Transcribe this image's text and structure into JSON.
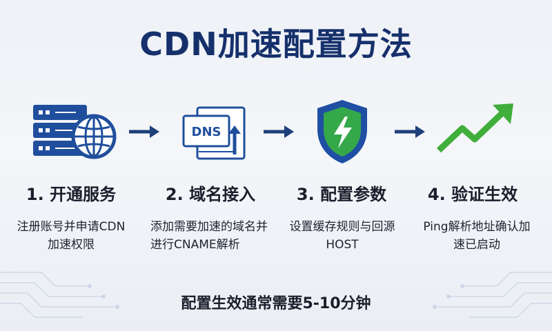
{
  "title": "CDN加速配置方法",
  "steps": [
    {
      "title": "1. 开通服务",
      "description": "注册账号并申请CDN 加速权限",
      "icon": "server-globe-icon"
    },
    {
      "title": "2. 域名接入",
      "description": "添加需要加速的域名并进行CNAME解析",
      "icon": "dns-upload-icon",
      "icon_text": "DNS"
    },
    {
      "title": "3. 配置参数",
      "description": "设置缓存规则与回源 HOST",
      "icon": "shield-bolt-icon"
    },
    {
      "title": "4. 验证生效",
      "description": "Ping解析地址确认加速已启动",
      "icon": "trend-up-arrow-icon"
    }
  ],
  "footer": "配置生效通常需要5-10分钟",
  "colors": {
    "title": "#15306b",
    "navy": "#1f4e9c",
    "shield_blue": "#1e4fa3",
    "shield_green": "#35a84a",
    "trend_green": "#3fae3a",
    "arrow": "#1e3f7a"
  }
}
